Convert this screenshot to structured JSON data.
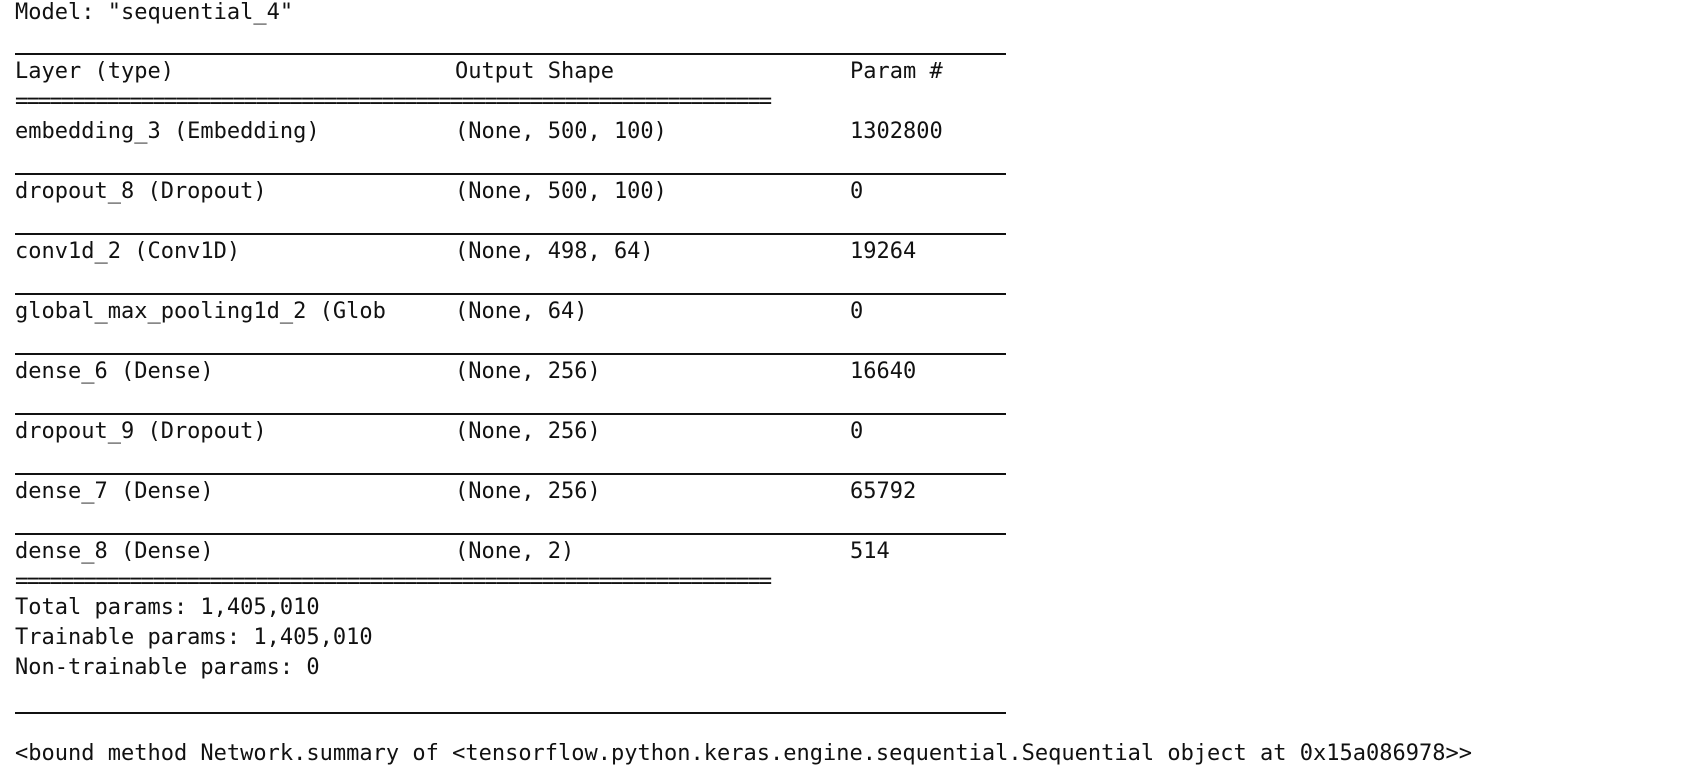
{
  "model_title": "Model: \"sequential_4\"",
  "header": {
    "layer": "Layer (type)",
    "output_shape": "Output Shape",
    "param": "Param #"
  },
  "double_rule": "==================================================================",
  "rows": [
    {
      "layer": "embedding_3 (Embedding)",
      "shape": "(None, 500, 100)",
      "params": "1302800"
    },
    {
      "layer": "dropout_8 (Dropout)",
      "shape": "(None, 500, 100)",
      "params": "0"
    },
    {
      "layer": "conv1d_2 (Conv1D)",
      "shape": "(None, 498, 64)",
      "params": "19264"
    },
    {
      "layer": "global_max_pooling1d_2 (Glob",
      "shape": "(None, 64)",
      "params": "0"
    },
    {
      "layer": "dense_6 (Dense)",
      "shape": "(None, 256)",
      "params": "16640"
    },
    {
      "layer": "dropout_9 (Dropout)",
      "shape": "(None, 256)",
      "params": "0"
    },
    {
      "layer": "dense_7 (Dense)",
      "shape": "(None, 256)",
      "params": "65792"
    },
    {
      "layer": "dense_8 (Dense)",
      "shape": "(None, 2)",
      "params": "514"
    }
  ],
  "totals": {
    "total": "Total params: 1,405,010",
    "trainable": "Trainable params: 1,405,010",
    "non_trainable": "Non-trainable params: 0"
  },
  "bound_method": "<bound method Network.summary of <tensorflow.python.keras.engine.sequential.Sequential object at 0x15a086978>>"
}
